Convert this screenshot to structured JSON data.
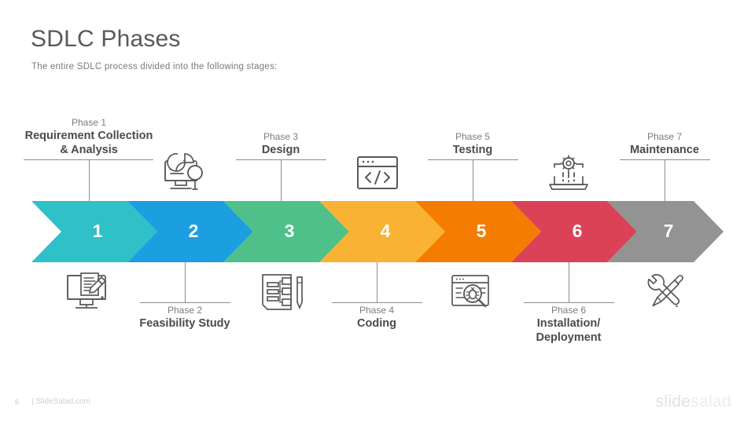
{
  "header": {
    "title": "SDLC Phases",
    "subtitle": "The entire SDLC process divided into the following  stages:"
  },
  "process": {
    "steps": [
      {
        "number": "1",
        "label": "Phase 1",
        "name": "Requirement Collection\n& Analysis",
        "color": "#2FC0C8",
        "position": "top",
        "icon": "monitor-document-pencil-icon"
      },
      {
        "number": "2",
        "label": "Phase 2",
        "name": "Feasibility Study",
        "color": "#1B9FE0",
        "position": "bottom",
        "icon": "monitor-piechart-magnifier-icon"
      },
      {
        "number": "3",
        "label": "Phase 3",
        "name": "Design",
        "color": "#4FC08A",
        "position": "top",
        "icon": "blueprint-diagram-pen-icon"
      },
      {
        "number": "4",
        "label": "Phase 4",
        "name": "Coding",
        "color": "#F9B233",
        "position": "bottom",
        "icon": "code-window-icon"
      },
      {
        "number": "5",
        "label": "Phase 5",
        "name": "Testing",
        "color": "#F47C00",
        "position": "top",
        "icon": "browser-bug-magnifier-icon"
      },
      {
        "number": "6",
        "label": "Phase 6",
        "name": "Installation/\nDeployment",
        "color": "#DC4257",
        "position": "bottom",
        "icon": "laptop-gear-download-icon"
      },
      {
        "number": "7",
        "label": "Phase 7",
        "name": "Maintenance",
        "color": "#939393",
        "position": "top",
        "icon": "wrench-screwdriver-icon"
      }
    ]
  },
  "footer": {
    "page_number": "6",
    "credit": "| SlideSalad.com",
    "logo_first": "slide",
    "logo_second": "salad"
  }
}
